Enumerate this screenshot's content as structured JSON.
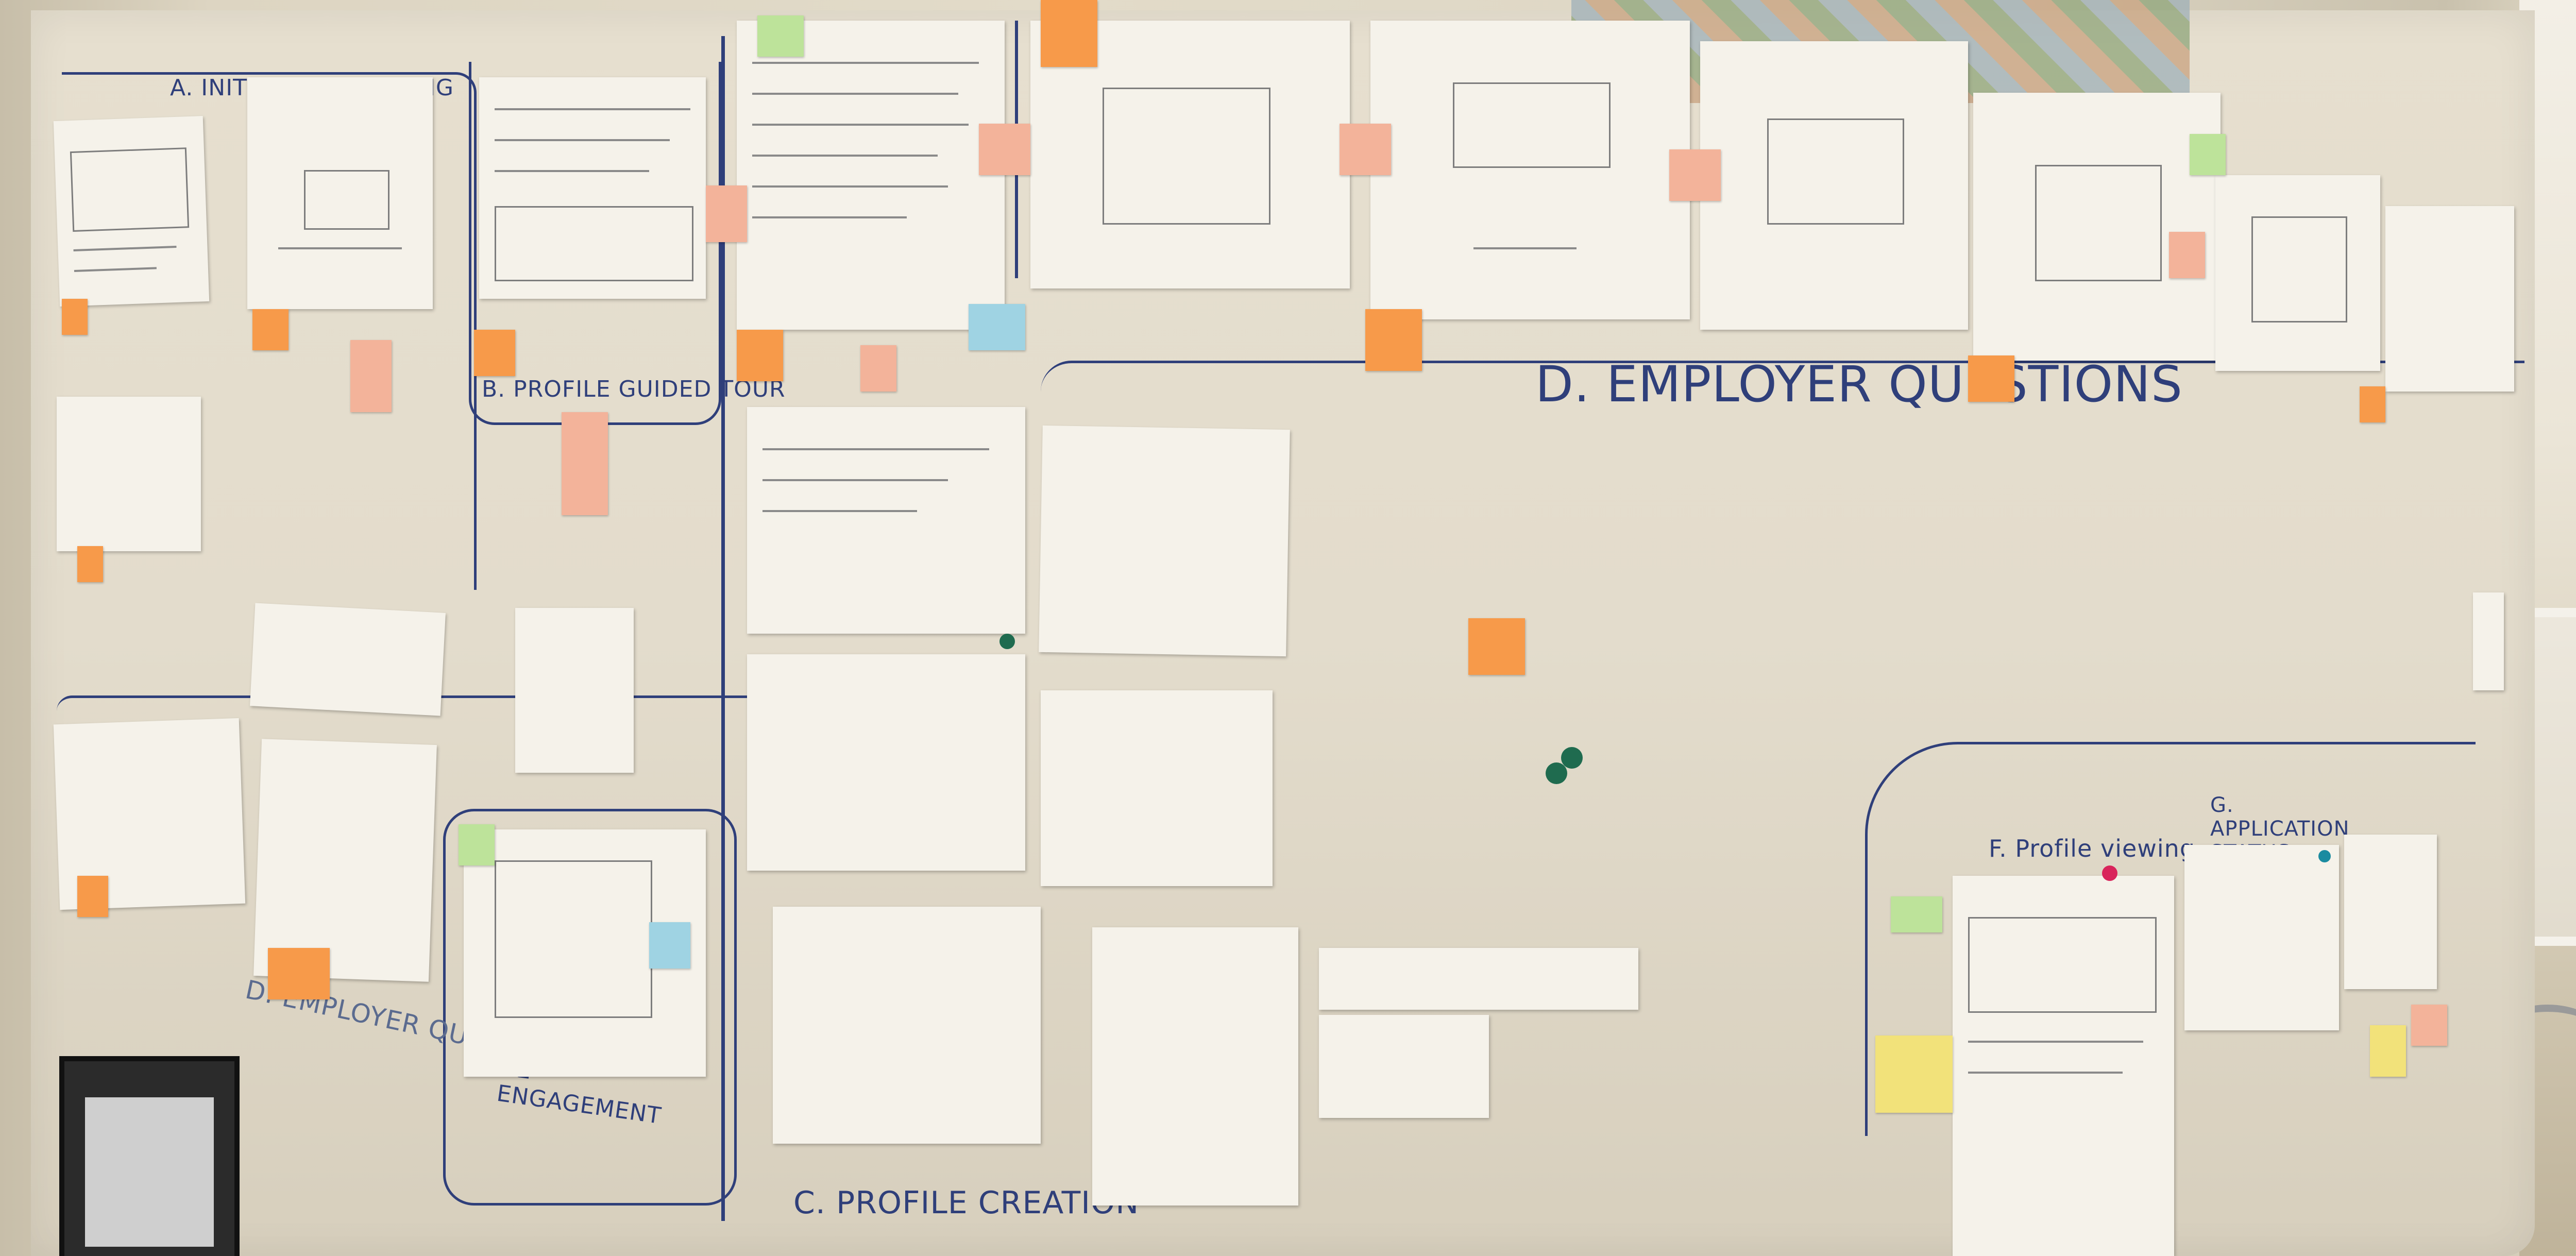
{
  "labels": {
    "a": "A. INITIAL ONBOARDING",
    "b": "B. PROFILE GUIDED TOUR",
    "c": "C. PROFILE CREATION",
    "d_main": "D. EMPLOYER QUESTIONS",
    "d_small": "D. EMPLOYER QUESTIONS",
    "e": "E. POST APPLY RE-ENGAGEMENT",
    "f": "F. Profile viewing",
    "g": "G. APPLICATION STATUS"
  },
  "colors": {
    "ink": "#2f3f7a",
    "sticky_orange": "#f79a4a",
    "sticky_pink": "#f3b39a",
    "sticky_green": "#bde39a",
    "sticky_blue": "#9fd3e3",
    "sticky_yellow": "#f2e27a",
    "pin": "#1f6b4f",
    "paper": "#f5f2ea"
  },
  "scene": {
    "description_icons": [
      "framed-picture-icon",
      "office-chair-icon",
      "push-pin-icon"
    ]
  }
}
